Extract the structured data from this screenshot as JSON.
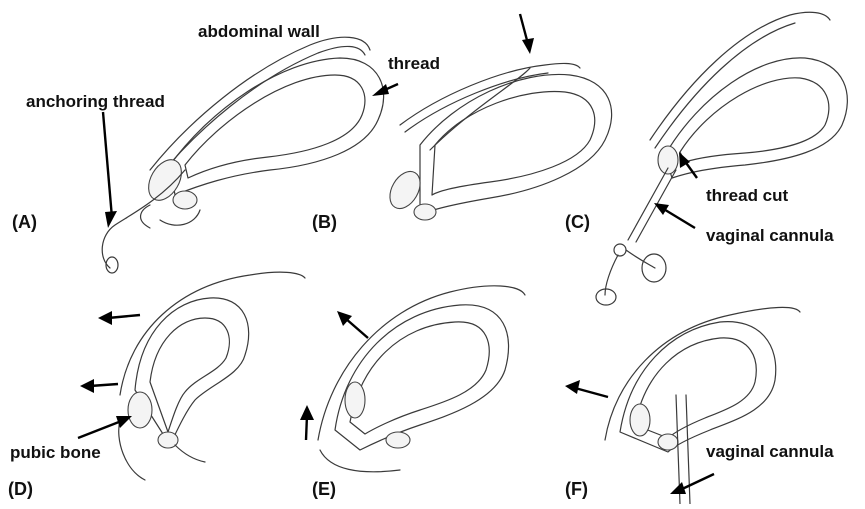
{
  "labels": {
    "abdominal_wall": "abdominal wall",
    "thread": "thread",
    "anchoring_thread": "anchoring thread",
    "thread_cut": "thread cut",
    "vaginal_cannula_c": "vaginal cannula",
    "pubic_bone": "pubic bone",
    "vaginal_cannula_f": "vaginal cannula"
  },
  "panels": {
    "a": "(A)",
    "b": "(B)",
    "c": "(C)",
    "d": "(D)",
    "e": "(E)",
    "f": "(F)"
  }
}
